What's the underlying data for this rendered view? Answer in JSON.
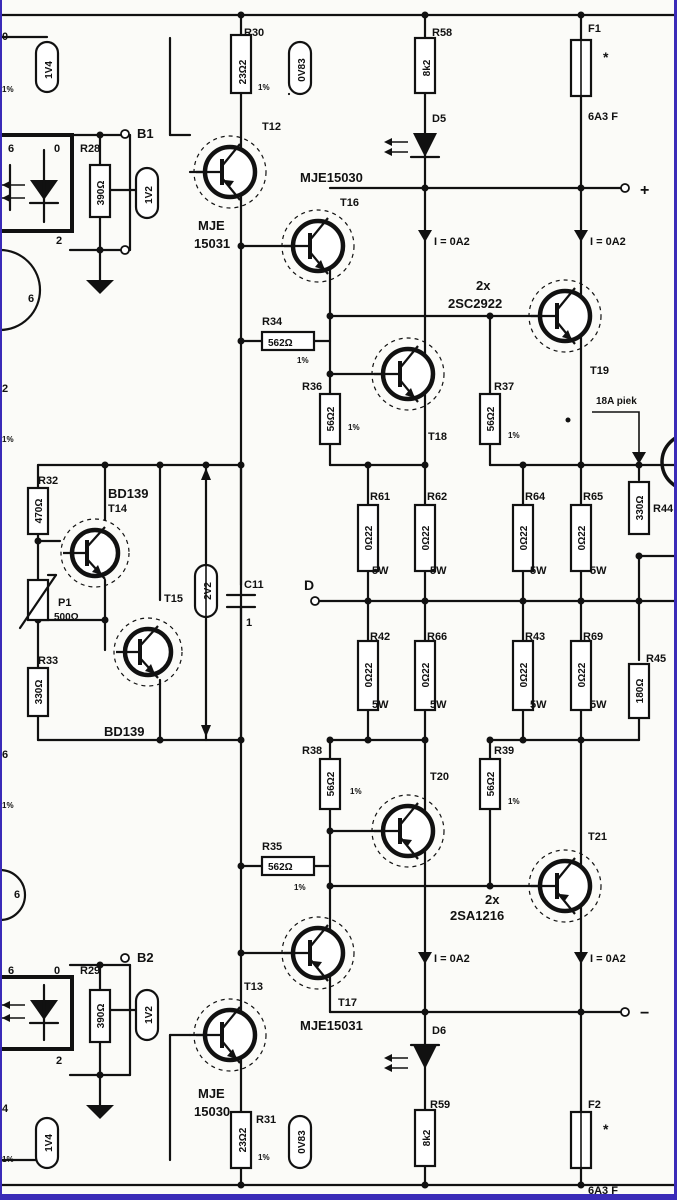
{
  "colors": {
    "ink": "#111111",
    "frame": "#3a2bb8",
    "paper": "#fbfbf8"
  },
  "edge_labels": {
    "top_left": "0",
    "pct_1": "1%",
    "mid_2": "2",
    "pct_2": "1%",
    "pct_3": "1%",
    "mid_6": "6",
    "pct_4": "1%",
    "bottom_4": "4",
    "pct_5": "1%"
  },
  "transistors": [
    {
      "ref": "T12",
      "type": "MJE 15031"
    },
    {
      "ref": "T16",
      "type": "MJE15030"
    },
    {
      "ref": "T18",
      "type": ""
    },
    {
      "ref": "T19",
      "type": "2x 2SC2922"
    },
    {
      "ref": "T14",
      "type": "BD139"
    },
    {
      "ref": "T15",
      "type": "BD139"
    },
    {
      "ref": "T20",
      "type": ""
    },
    {
      "ref": "T21",
      "type": "2x 2SA1216"
    },
    {
      "ref": "T17",
      "type": "MJE15031"
    },
    {
      "ref": "T13",
      "type": "MJE 15030"
    }
  ],
  "labels": {
    "R30": "R30",
    "R30v": "23Ω2",
    "R58": "R58",
    "R58v": "8k2",
    "F1": "F1",
    "F1v": "6A3 F",
    "D5": "D5",
    "R28": "R28",
    "R28v": "390Ω",
    "B1": "B1",
    "V1V2a": "1V2",
    "V1V4a": "1V4",
    "V0V83a": "0V83",
    "mje15030": "MJE15030",
    "mje": "MJE",
    "n15031": "15031",
    "T12": "T12",
    "T16": "T16",
    "plus": "+",
    "I1": "I = 0A2",
    "I2": "I = 0A2",
    "x2a": "2x",
    "sc2922": "2SC2922",
    "R34": "R34",
    "R34v": "562Ω",
    "T19": "T19",
    "R36": "R36",
    "R36v": "56Ω2",
    "R37": "R37",
    "R37v": "56Ω2",
    "T18": "T18",
    "piek": "18A piek",
    "R32": "R32",
    "R32v": "470Ω",
    "bd139a": "BD139",
    "T14": "T14",
    "R44": "R44",
    "R44v": "330Ω",
    "P1": "P1",
    "P1v": "500Ω",
    "T15": "T15",
    "V2V2": "2V2",
    "C11": "C11",
    "C11v": "1",
    "R61": "R61",
    "R62": "R62",
    "R64": "R64",
    "R65": "R65",
    "R0": "0Ω22",
    "W5": "5W",
    "D": "D",
    "R33": "R33",
    "R33v": "330Ω",
    "R42": "R42",
    "R66": "R66",
    "R43": "R43",
    "R69": "R69",
    "R45": "R45",
    "R45v": "180Ω",
    "bd139b": "BD139",
    "R38": "R38",
    "R38v": "56Ω2",
    "R39": "R39",
    "R39v": "56Ω2",
    "T20": "T20",
    "T21": "T21",
    "R35": "R35",
    "R35v": "562Ω",
    "x2b": "2x",
    "sa1216": "2SA1216",
    "I3": "I = 0A2",
    "I4": "I = 0A2",
    "B2": "B2",
    "R29": "R29",
    "R29v": "390Ω",
    "V1V2b": "1V2",
    "T17": "T17",
    "mje15031": "MJE15031",
    "minus": "−",
    "D6": "D6",
    "T13": "T13",
    "n15030": "15030",
    "R31": "R31",
    "R31v": "23Ω2",
    "V1V4b": "1V4",
    "V0V83b": "0V83",
    "R59": "R59",
    "R59v": "8k2",
    "F2": "F2",
    "F2v": "6A3 F",
    "star": "*",
    "one_pct": "1%"
  }
}
